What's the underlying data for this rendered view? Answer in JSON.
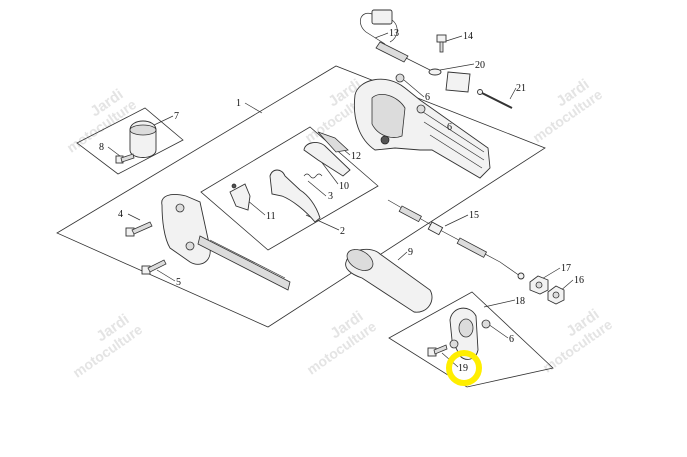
{
  "brand": {
    "watermark_line1": "Jardi",
    "watermark_line2": "motoculture",
    "watermark_color": "#e4e4e4"
  },
  "callouts": [
    {
      "id": "c1",
      "label": "1"
    },
    {
      "id": "c2",
      "label": "2"
    },
    {
      "id": "c3",
      "label": "3"
    },
    {
      "id": "c4",
      "label": "4"
    },
    {
      "id": "c5",
      "label": "5"
    },
    {
      "id": "c6a",
      "label": "6"
    },
    {
      "id": "c6b",
      "label": "6"
    },
    {
      "id": "c6c",
      "label": "6"
    },
    {
      "id": "c7",
      "label": "7"
    },
    {
      "id": "c8",
      "label": "8"
    },
    {
      "id": "c9",
      "label": "9"
    },
    {
      "id": "c10",
      "label": "10"
    },
    {
      "id": "c11",
      "label": "11"
    },
    {
      "id": "c12",
      "label": "12"
    },
    {
      "id": "c13",
      "label": "13"
    },
    {
      "id": "c14",
      "label": "14"
    },
    {
      "id": "c15",
      "label": "15"
    },
    {
      "id": "c16",
      "label": "16"
    },
    {
      "id": "c17",
      "label": "17"
    },
    {
      "id": "c18",
      "label": "18"
    },
    {
      "id": "c19",
      "label": "19"
    },
    {
      "id": "c20",
      "label": "20"
    },
    {
      "id": "c21",
      "label": "21"
    }
  ],
  "highlight": {
    "label_ref": "19",
    "color": "#ffee00"
  }
}
